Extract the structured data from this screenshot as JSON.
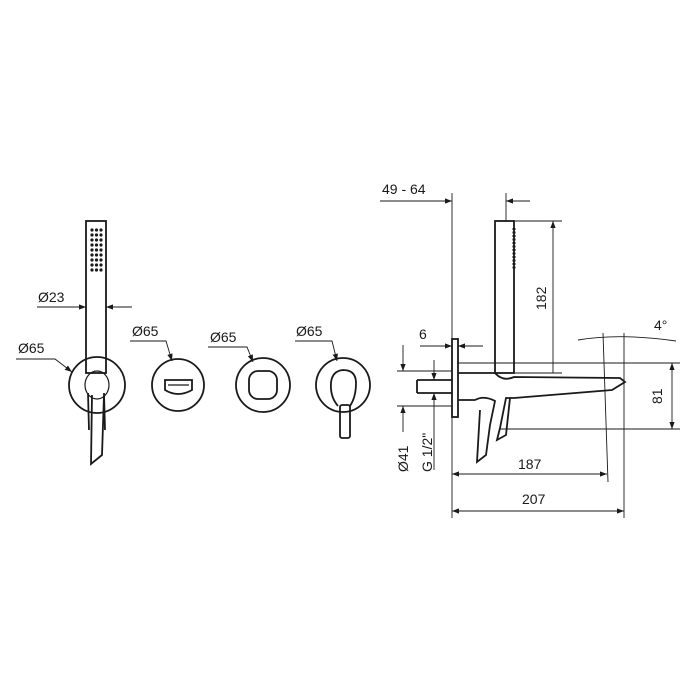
{
  "drawing": {
    "left_views": {
      "hand_shower_diameter": "Ø23",
      "hand_shower_holder_diameter": "Ø65",
      "diverter_diameter": "Ø65",
      "trim_diameter": "Ø65",
      "mixer_diameter": "Ø65"
    },
    "side_view": {
      "wall_depth_range": "49 - 64",
      "hand_shower_height": "182",
      "plate_thickness": "6",
      "spout_angle": "4°",
      "body_height": "81",
      "flange_diameter": "Ø41",
      "thread": "G 1/2\"",
      "spout_reach_inner": "187",
      "spout_reach_total": "207"
    },
    "colors": {
      "line": "#1a1a1a",
      "background": "#ffffff"
    }
  }
}
